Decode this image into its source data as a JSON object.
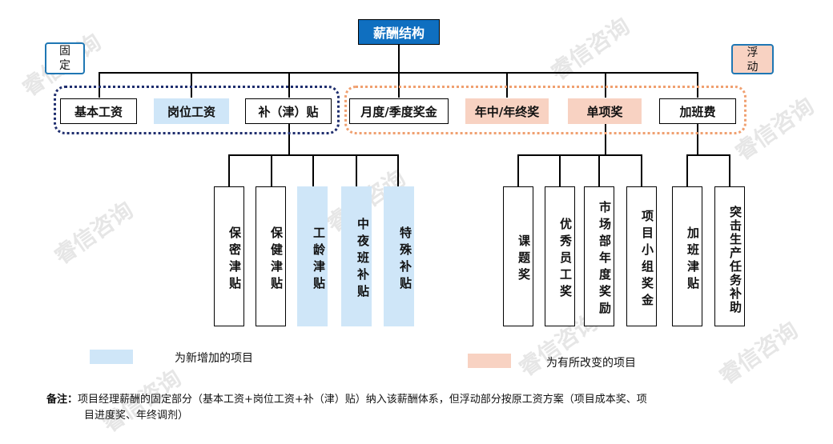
{
  "title": "薪酬结构",
  "fixed_label": "固\n定",
  "float_label": "浮\n动",
  "fixed_items": [
    "基本工资",
    "岗位工资",
    "补（津）贴"
  ],
  "float_items": [
    "月度/季度奖金",
    "年中/年终奖",
    "单项奖",
    "加班费"
  ],
  "allowance_items": [
    "保密津贴",
    "保健津贴",
    "工龄津贴",
    "中夜班补贴",
    "特殊补贴"
  ],
  "bonus_items": [
    "课题奖",
    "优秀员工奖",
    "市场部年度奖励",
    "项目小组奖金"
  ],
  "overtime_items": [
    "加班津贴",
    "突击生产任务补助"
  ],
  "legend": {
    "new": "为新增加的项目",
    "changed": "为有所改变的项目"
  },
  "note_label": "备注：",
  "note_text": "项目经理薪酬的固定部分（基本工资+岗位工资+补（津）贴）纳入该薪酬体系，但浮动部分按原工资方案（项目成本奖、项",
  "note_text2": "目进度奖、年终调剂）",
  "watermark": "睿信咨询",
  "colors": {
    "title_bg": "#0f6fc0",
    "new_item": "#cfe6f8",
    "changed_item": "#f8d2c2",
    "fixed_border": "#1f2e6e",
    "float_border": "#f0a070"
  }
}
